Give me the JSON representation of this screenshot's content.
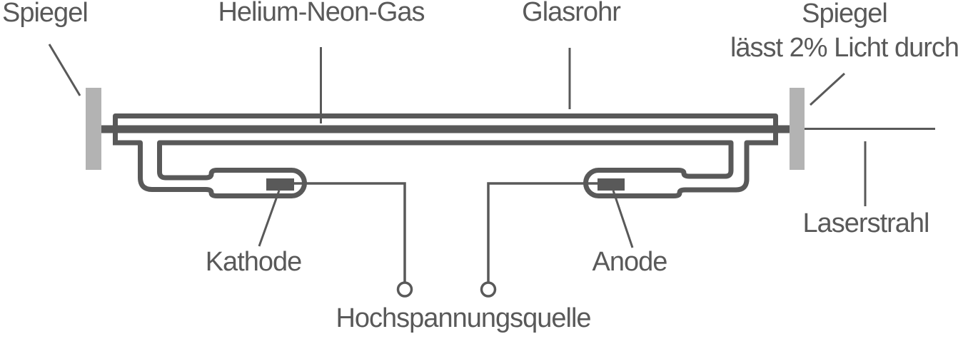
{
  "diagram": {
    "labels": {
      "mirror_left": "Spiegel",
      "gas": "Helium-Neon-Gas",
      "glass_tube": "Glasrohr",
      "mirror_right_title": "Spiegel",
      "mirror_right_subtitle": "lässt 2% Licht durch",
      "laser_beam": "Laserstrahl",
      "cathode": "Kathode",
      "anode": "Anode",
      "voltage_source": "Hochspannungsquelle"
    },
    "colors": {
      "line": "#595959",
      "mirror": "#b3b3b3",
      "background": "#ffffff"
    }
  }
}
